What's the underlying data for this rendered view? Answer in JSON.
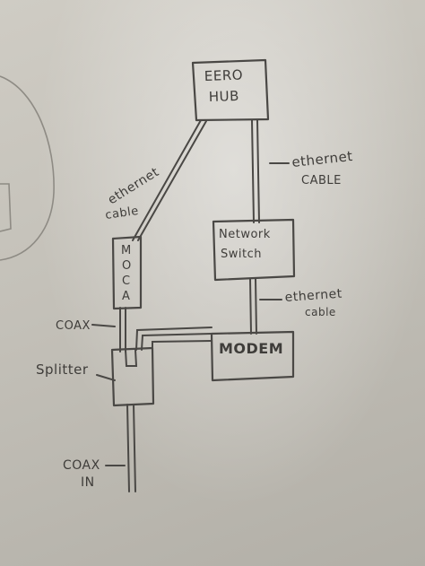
{
  "nodes": {
    "eero_hub": {
      "line1": "EERO",
      "line2": "HUB"
    },
    "moca": {
      "letters": [
        "M",
        "O",
        "C",
        "A"
      ]
    },
    "network_switch": {
      "line1": "Network",
      "line2": "Switch"
    },
    "modem": {
      "label": "MODEM"
    },
    "splitter": {
      "label": "Splitter"
    }
  },
  "labels": {
    "ethernet_left": {
      "line1": "ethernet",
      "line2": "cable"
    },
    "ethernet_right_top": {
      "line1": "ethernet",
      "line2": "CABLE"
    },
    "ethernet_right_bottom": {
      "line1": "ethernet",
      "line2": "cable"
    },
    "coax": "COAX",
    "coax_in": {
      "line1": "COAX",
      "line2": "IN"
    }
  }
}
